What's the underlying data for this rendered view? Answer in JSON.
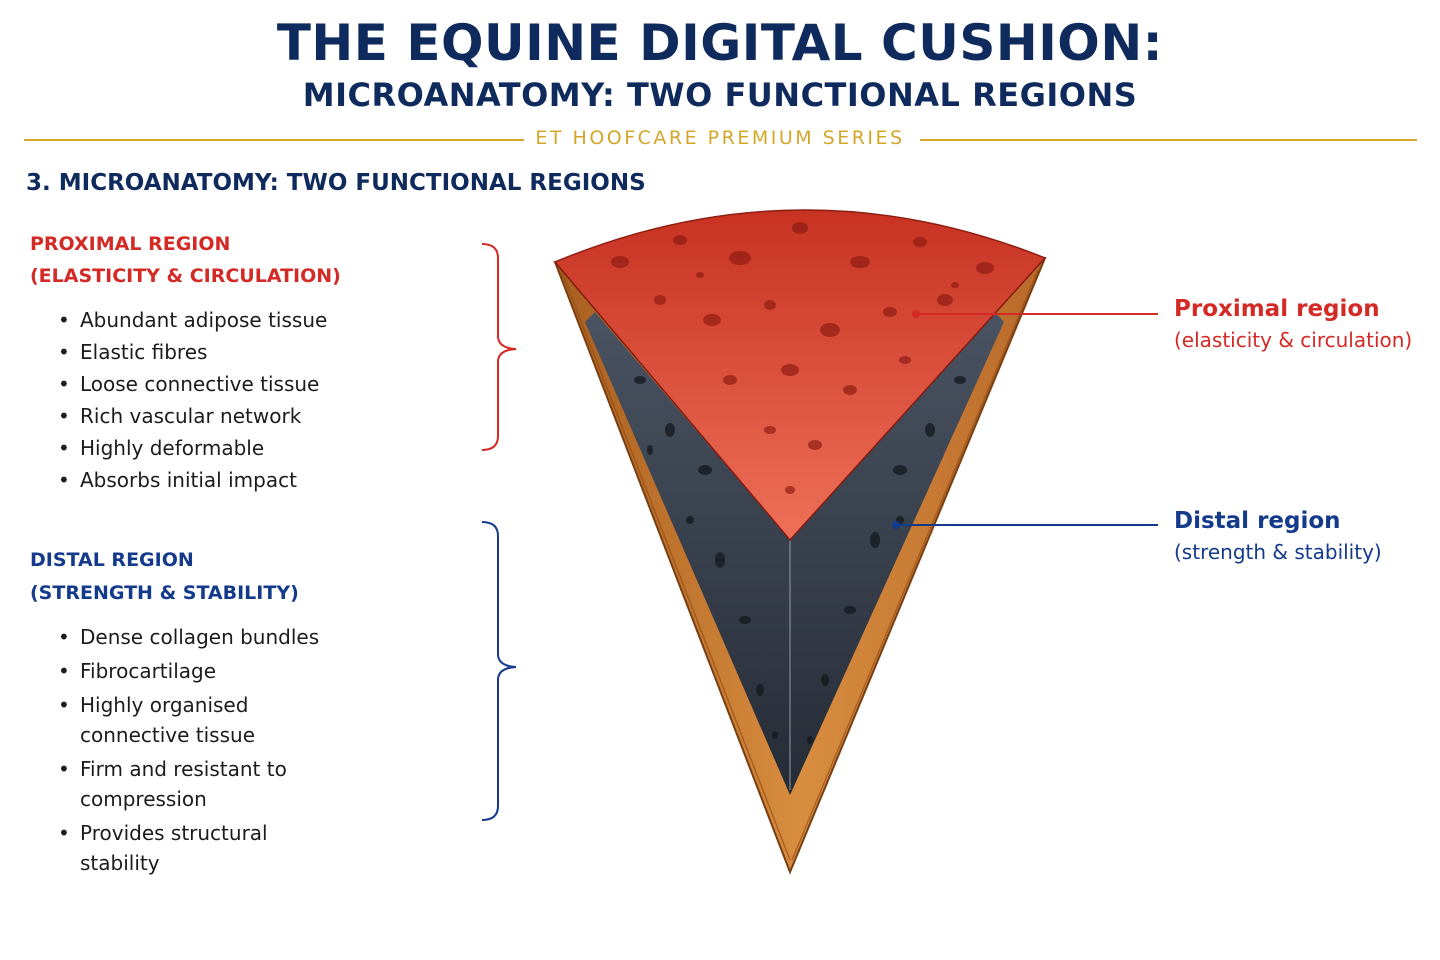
{
  "header": {
    "title": "THE EQUINE DIGITAL CUSHION:",
    "subtitle": "MICROANATOMY: TWO FUNCTIONAL REGIONS",
    "series": "ET HOOFCARE PREMIUM SERIES"
  },
  "section_title": "3. MICROANATOMY: TWO FUNCTIONAL REGIONS",
  "proximal": {
    "heading": "PROXIMAL REGION",
    "subheading": "(ELASTICITY & CIRCULATION)",
    "items": [
      "Abundant adipose tissue",
      "Elastic fibres",
      "Loose connective tissue",
      "Rich vascular network",
      "Highly deformable",
      "Absorbs initial impact"
    ],
    "callout_title": "Proximal region",
    "callout_sub": "(elasticity & circulation)"
  },
  "distal": {
    "heading": "DISTAL REGION",
    "subheading": "(STRENGTH & STABILITY)",
    "items": [
      "Dense collagen bundles",
      "Fibrocartilage",
      "Highly organised connective tissue",
      "Firm and resistant to compression",
      "Provides structural stability"
    ],
    "callout_title": "Distal region",
    "callout_sub": "(strength & stability)"
  },
  "colors": {
    "navy": "#0f2a5c",
    "gold": "#d4a62a",
    "proximal_red": "#d42a26",
    "distal_blue": "#143a8c",
    "tissue_red": "#e0553c",
    "tissue_dark": "#3c4552",
    "casing_orange": "#c87a2e"
  }
}
